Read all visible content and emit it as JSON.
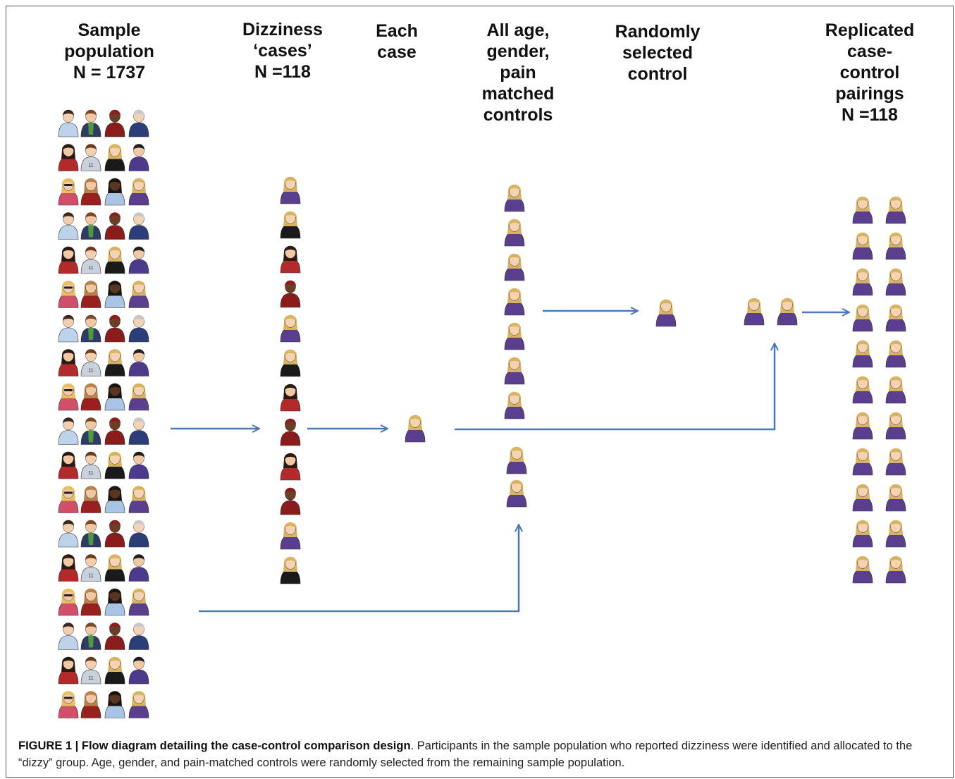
{
  "columns": [
    {
      "id": "sample",
      "lines": [
        "Sample",
        "population",
        "N = 1737"
      ]
    },
    {
      "id": "cases",
      "lines": [
        "Dizziness",
        "‘cases’",
        "N =118"
      ]
    },
    {
      "id": "each",
      "lines": [
        "Each",
        "case"
      ]
    },
    {
      "id": "controls",
      "lines": [
        "All age,",
        "gender,",
        "pain",
        "matched",
        "controls"
      ]
    },
    {
      "id": "random",
      "lines": [
        "Randomly",
        "selected",
        "control"
      ]
    },
    {
      "id": "pairs",
      "lines": [
        "Replicated",
        "case-",
        "control",
        "pairings",
        "N =118"
      ]
    }
  ],
  "caption": {
    "label": "FIGURE 1 | Flow diagram detailing the case-control comparison design",
    "text": ". Participants in the sample population who reported dizziness were identified and allocated to the “dizzy” group. Age, gender, and pain-matched controls were randomly selected from the remaining sample population."
  },
  "colors": {
    "arrow": "#4a78b8",
    "purple_shirt": "#5a3f8f",
    "blonde_hair": "#d9b35f"
  },
  "people_types": [
    "man-light-blue",
    "man-green-scarf",
    "woman-red-headscarf",
    "man-grey-hair-navy",
    "woman-dark-hair-red",
    "boy-jersey-11",
    "woman-blonde-black",
    "man-dark-purple",
    "woman-sunglasses-pink",
    "woman-brown-red",
    "woman-dark-skin-blue",
    "woman-blonde-purple"
  ]
}
